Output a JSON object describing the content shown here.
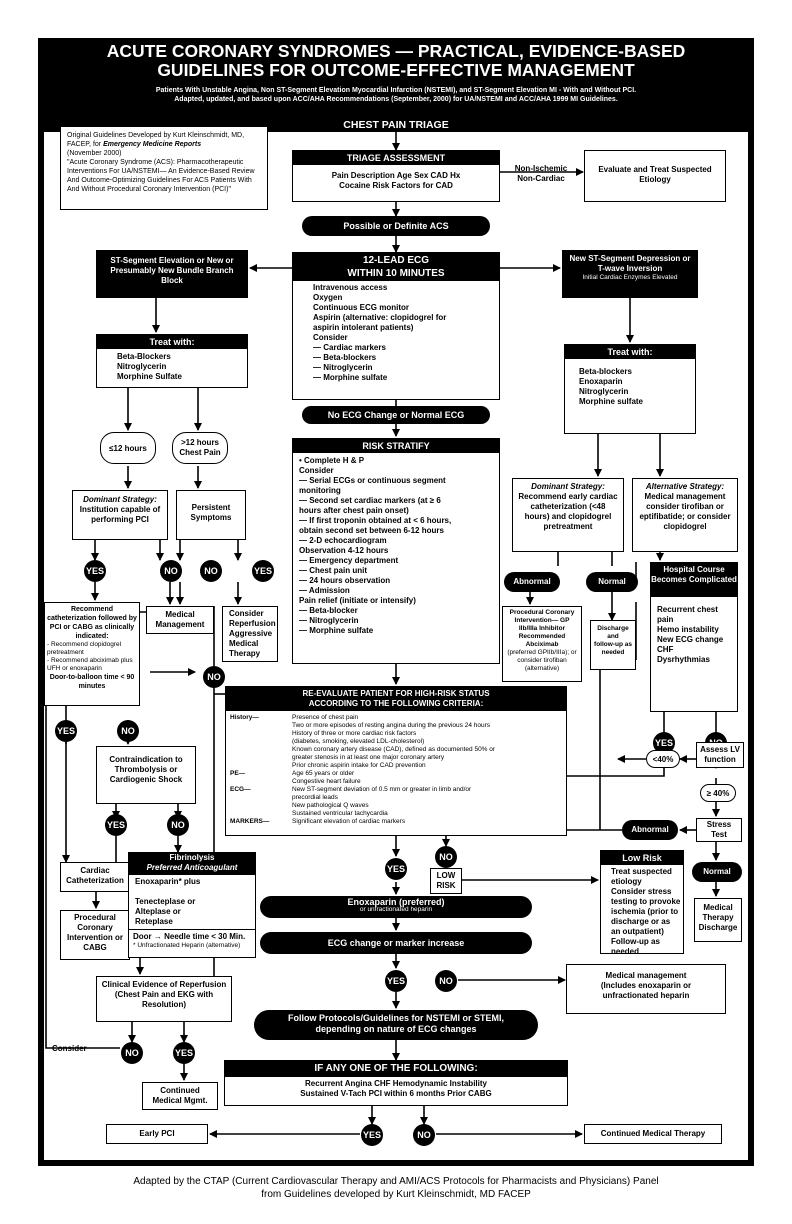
{
  "title_line1": "ACUTE CORONARY SYNDROMES — PRACTICAL, EVIDENCE-BASED",
  "title_line2": "GUIDELINES FOR OUTCOME-EFFECTIVE MANAGEMENT",
  "subtitle_line1": "Patients With Unstable Angina, Non ST-Segment Elevation Myocardial Infarction (NSTEMI), and ST-Segment Elevation MI - With and Without PCI.",
  "subtitle_line2": "Adapted, updated, and based upon ACC/AHA Recommendations (September, 2000) for UA/NSTEMI and ACC/AHA 1999 MI Guidelines.",
  "chest_pain_triage": "CHEST PAIN TRIAGE",
  "original_note": {
    "line1": "Original Guidelines Developed by Kurt Kleinschmidt, MD, FACEP, for",
    "journal": "Emergency Medicine Reports",
    "line2": "(November 2000)",
    "line3": "\"Acute Coronary Syndrome (ACS): Pharmacotherapeutic Interventions For UA/NSTEMI— An Evidence-Based Review And Outcome-Optimizing Guidelines For ACS Patients With And Without Procedural Coronary Intervention (PCI)\""
  },
  "triage": {
    "header": "TRIAGE ASSESSMENT",
    "body": "Pain Description    Age    Sex    CAD Hx\nCocaine    Risk Factors for CAD"
  },
  "non_ischemic": "Non-Ischemic\nNon-Cardiac",
  "evaluate_box": "Evaluate and Treat Suspected Etiology",
  "possible_acs": "Possible or Definite ACS",
  "ecg": {
    "header": "12-LEAD ECG\nWITHIN 10 MINUTES",
    "body": "Intravenous access\nOxygen\nContinuous ECG monitor\nAspirin (alternative: clopidogrel for\naspirin intolerant patients)\nConsider\n— Cardiac markers\n— Beta-blockers\n— Nitroglycerin\n— Morphine sulfate"
  },
  "st_elevation": "ST-Segment Elevation or New or Presumably New Bundle Branch Block",
  "st_depression": {
    "main": "New ST-Segment Depression or T-wave Inversion",
    "sub": "Initial Cardiac Enzymes Elevated"
  },
  "treat_left": {
    "header": "Treat with:",
    "body": "Beta-Blockers\nNitroglycerin\nMorphine Sulfate"
  },
  "treat_right": {
    "header": "Treat with:",
    "body": "Beta-blockers\nEnoxaparin\nNitroglycerin\nMorphine sulfate"
  },
  "le12": "≤12 hours",
  "gt12": ">12 hours\nChest Pain",
  "no_ecg_change": "No ECG Change or Normal ECG",
  "risk": {
    "header": "RISK STRATIFY",
    "body": "• Complete H & P\n  Consider\n  — Serial ECGs or continuous segment\n     monitoring\n  — Second set cardiac markers (at ≥ 6\n     hours after chest pain onset)\n  — If first troponin obtained at < 6 hours,\n     obtain second set between 6-12 hours\n  — 2-D echocardiogram\n  Observation 4-12 hours\n  — Emergency department\n  — Chest pain unit\n  — 24 hours observation\n      — Admission\n  Pain relief (initiate or intensify)\n  — Beta-blocker\n  — Nitroglycerin\n  — Morphine sulfate"
  },
  "dominant_left": {
    "label": "Dominant Strategy:",
    "body": "Institution capable of performing PCI"
  },
  "persistent": "Persistent\nSymptoms",
  "dominant_right": {
    "label": "Dominant Strategy:",
    "body": "Recommend early cardiac catheterization (<48 hours) and clopidogrel pretreatment"
  },
  "alternative": {
    "label": "Alternative Strategy:",
    "body": "Medical management consider tirofiban or eptifibatide; or consider clopidogrel"
  },
  "yes": "YES",
  "no": "NO",
  "recommend_cath": {
    "bold": "Recommend catheterization followed by PCI or CABG as clinically indicated:",
    "items": "- Recommend clopidogrel pretreatment\n- Recommend abciximab plus UFH or enoxaparin",
    "door": "Door-to-balloon time < 90 minutes"
  },
  "medical_management": "Medical\nManagement",
  "consider_reperfusion": "Consider\nReperfusion\nAggressive\nMedical\nTherapy",
  "abnormal": "Abnormal",
  "normal": "Normal",
  "procedural_right": {
    "bold": "Procedural Coronary Intervention— GP IIb/IIIa Inhibitor Recommended Abciximab",
    "rest": "(preferred GPIIb/IIIa); or consider tirofiban (alternative)"
  },
  "discharge": "Discharge\nand\nfollow-up as\nneeded",
  "hospital_course": {
    "header": "Hospital Course Becomes Complicated",
    "body": "Recurrent chest pain\nHemo instability\nNew ECG change\nCHF\nDysrhythmias"
  },
  "reeval": {
    "header": "RE-EVALUATE PATIENT FOR HIGH-RISK STATUS\nACCORDING TO THE FOLLOWING CRITERIA:",
    "history_label": "History—",
    "history": "Presence of chest pain\nTwo or more episodes of resting angina during the previous 24 hours\nHistory of three or more cardiac risk factors\n(diabetes, smoking, elevated LDL-cholesterol)\nKnown coronary artery disease (CAD), defined as documented 50% or\ngreater stenosis in at least one major coronary artery\nPrior chronic aspirin intake for CAD prevention",
    "pe_label": "PE—",
    "pe": "Age 65 years or older\nCongestive heart failure",
    "ecg_label": "ECG—",
    "ecg": "New ST-segment deviation of 0.5 mm or greater in limb and/or\nprecordial leads\nNew pathological Q waves\nSustained ventricular tachycardia",
    "markers_label": "MARKERS—",
    "markers": "Significant elevation of cardiac markers"
  },
  "assess_lv": "Assess LV\nfunction",
  "lt40": "<40%",
  "ge40": "≥ 40%",
  "stress_test": "Stress\nTest",
  "medical_therapy_discharge": "Medical\nTherapy\nDischarge",
  "contraindication": "Contraindication to Thrombolysis or Cardiogenic Shock",
  "cardiac_cath": "Cardiac\nCatheterization",
  "procedural_left": "Procedural\nCoronary\nIntervention or\nCABG",
  "fibrinolysis": {
    "header": "Fibrinolysis",
    "preferred": "Preferred Anticoagulant",
    "body": "Enoxaparin* plus\n\nTenecteplase or\nAlteplase or\nReteplase",
    "door": "Door → Needle time < 30 Min.",
    "footnote": "* Unfractionated Heparin (alternative)"
  },
  "low_risk_label": "LOW\nRISK",
  "low_risk": {
    "header": "Low Risk",
    "body": "Treat suspected etiology\nConsider stress testing to provoke ischemia (prior to discharge or as an outpatient)\nFollow-up as needed"
  },
  "enoxaparin": {
    "main": "Enoxaparin (preferred)",
    "sub": "or unfractionated heparin"
  },
  "ecg_marker_increase": "ECG change or marker increase",
  "medical_mgmt_right": "Medical management\n(Includes enoxaparin or\nunfractionated heparin",
  "clinical_evidence": "Clinical Evidence of Reperfusion\n(Chest Pain and EKG with Resolution)",
  "consider": "Consider",
  "follow_protocols": "Follow Protocols/Guidelines for NSTEMI or STEMI,\ndepending on nature of ECG changes",
  "continued_mgmt": "Continued\nMedical Mgmt.",
  "if_any": {
    "header": "IF ANY ONE OF THE FOLLOWING:",
    "line1": "Recurrent Angina    CHF    Hemodynamic Instability",
    "line2": "Sustained V-Tach    PCI within 6 months    Prior CABG"
  },
  "early_pci": "Early PCI",
  "continued_therapy": "Continued Medical Therapy",
  "footer_line1": "Adapted by the CTAP (Current Cardiovascular Therapy and AMI/ACS Protocols for Pharmacists and Physicians) Panel",
  "footer_line2": "from Guidelines developed by Kurt Kleinschmidt, MD FACEP"
}
